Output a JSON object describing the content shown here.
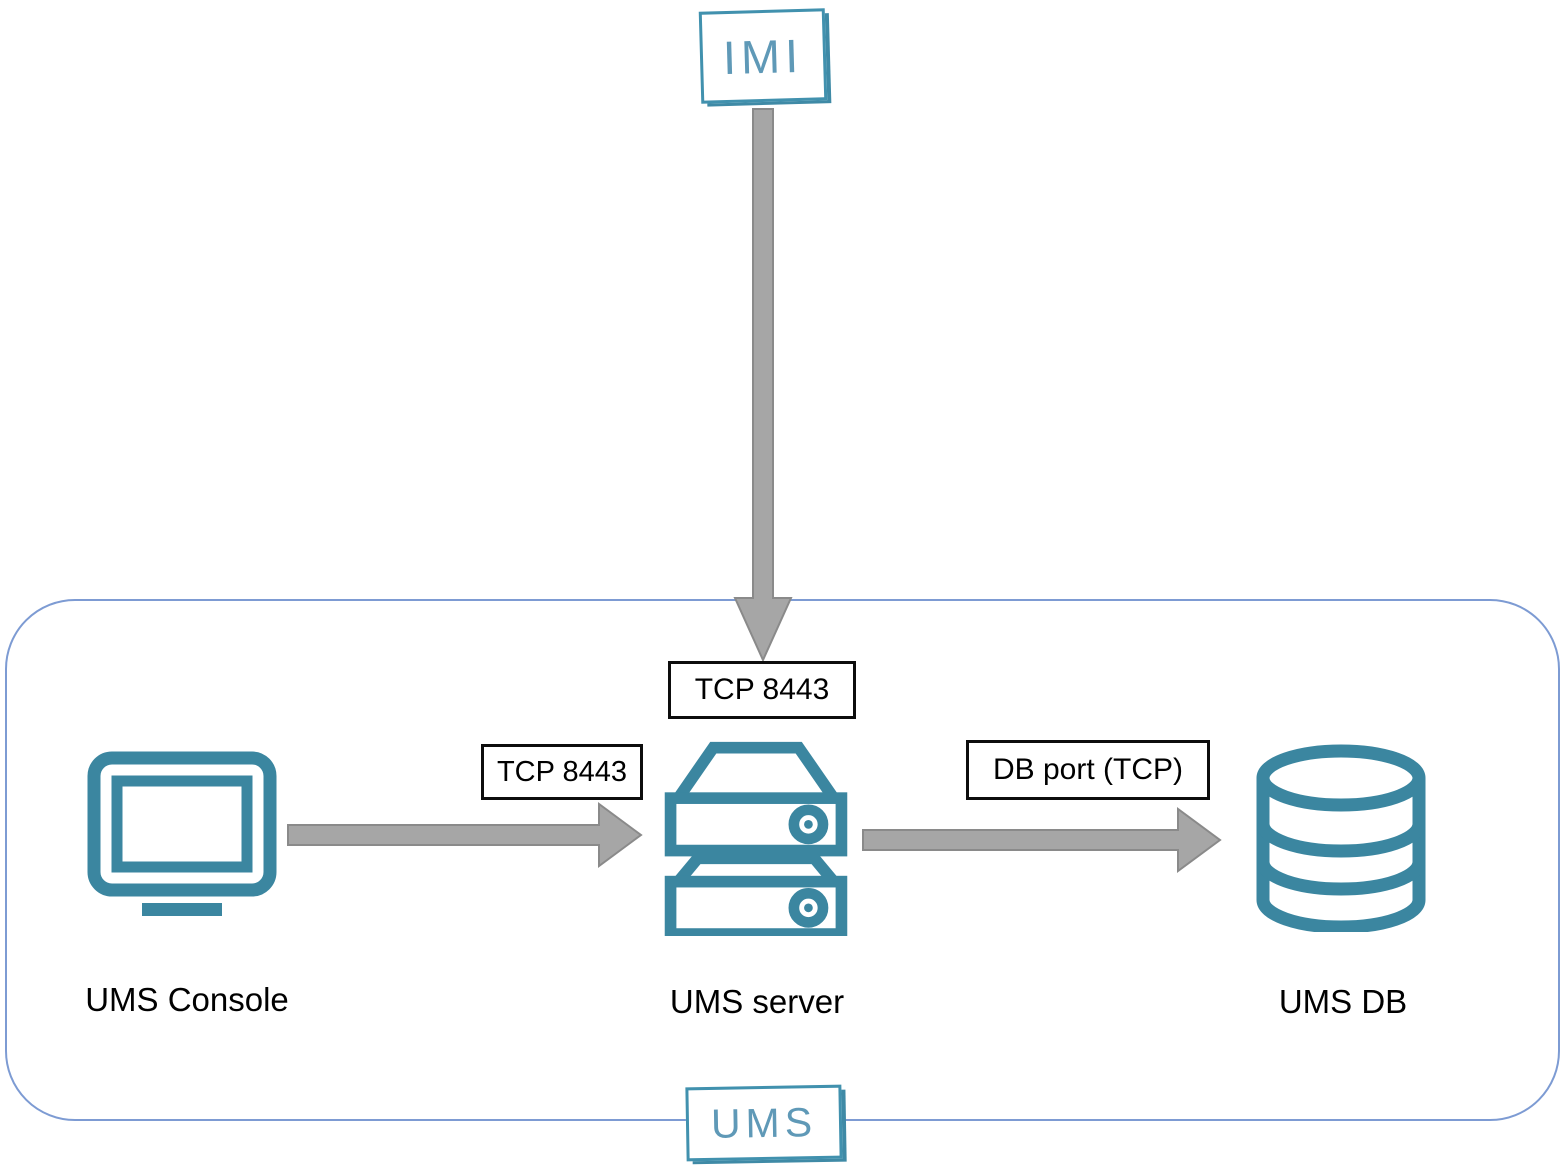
{
  "diagram": {
    "type": "architecture-diagram",
    "zone": {
      "label": "UMS"
    },
    "nodes": {
      "imi": {
        "label": "IMI"
      },
      "console": {
        "label": "UMS Console",
        "icon": "monitor-icon"
      },
      "server": {
        "label": "UMS server",
        "icon": "server-rack-icon"
      },
      "db": {
        "label": "UMS DB",
        "icon": "database-icon"
      }
    },
    "connections": [
      {
        "from": "IMI",
        "to": "UMS server",
        "label": "TCP 8443",
        "direction": "down"
      },
      {
        "from": "UMS Console",
        "to": "UMS server",
        "label": "TCP 8443",
        "direction": "right"
      },
      {
        "from": "UMS server",
        "to": "UMS DB",
        "label": "DB port (TCP)",
        "direction": "right"
      }
    ],
    "colors": {
      "icon_teal": "#3b86a0",
      "logo_border_teal": "#4191ae",
      "logo_text_teal": "#5f99b7",
      "arrow_fill": "#a6a6a6",
      "arrow_outline": "#8a8a8a",
      "zone_border": "#7d9bd3",
      "port_label_border": "#0d0d0d",
      "text": "#000000"
    }
  }
}
